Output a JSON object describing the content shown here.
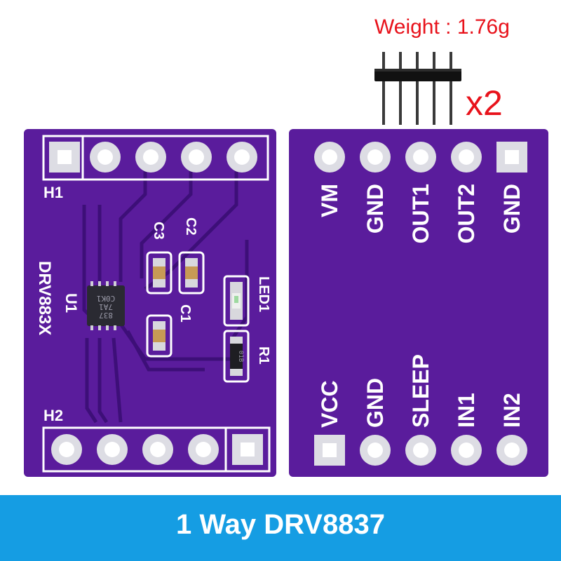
{
  "header": {
    "weight": "Weight : 1.76g",
    "quantity": "x2"
  },
  "front_board": {
    "labels": {
      "h1": "H1",
      "h2": "H2",
      "drv": "DRV883X",
      "u1": "U1",
      "c1": "C1",
      "c2": "C2",
      "c3": "C3",
      "led1": "LED1",
      "r1": "R1"
    },
    "chip_marking": [
      "837",
      "7A1",
      "C0K1"
    ],
    "resistor_marking": "01B"
  },
  "back_board": {
    "top_pins": [
      "VM",
      "GND",
      "OUT1",
      "OUT2",
      "GND"
    ],
    "bottom_pins": [
      "VCC",
      "GND",
      "SLEEP",
      "IN1",
      "IN2"
    ]
  },
  "footer": {
    "title": "1 Way DRV8837"
  },
  "colors": {
    "pcb": "#5a1c9c",
    "accent_red": "#e8121b",
    "banner": "#159de3"
  }
}
